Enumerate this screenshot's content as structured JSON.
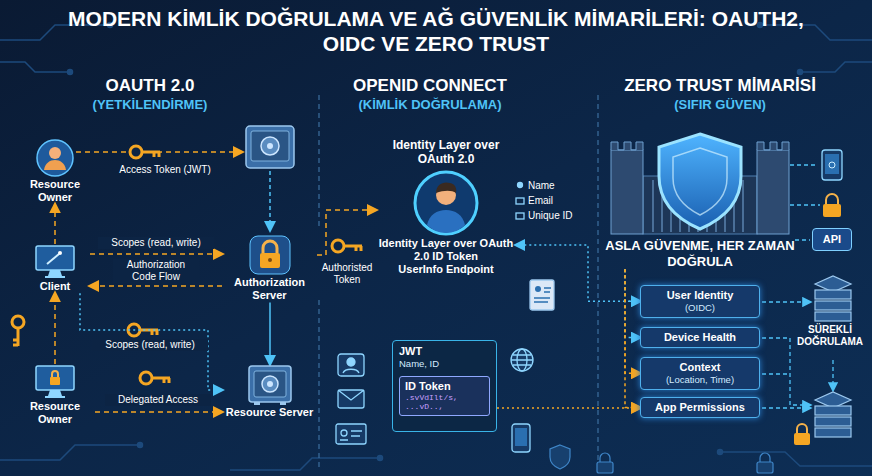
{
  "diagram": {
    "title": "MODERN KİMLİK DOĞRULAMA VE AĞ GÜVENLİK MİMARİLERİ: OAUTH2, OIDC VE ZERO TRUST",
    "nodes": [
      {
        "text": [
          "Resource Owner"
        ]
      },
      {
        "text": [
          "Client"
        ]
      },
      {
        "text": [
          "Resource Owner"
        ]
      },
      {
        "text": [
          "Authorization Server"
        ]
      },
      {
        "text": [
          "Resource Server"
        ]
      },
      {
        "text": [
          "Identity Layer over OAuth 2.0",
          "Identity Layer over OAuth 2.0 ID Token",
          "UserInfo Endpoint"
        ]
      },
      {
        "text": [
          "JWT",
          "Name, ID"
        ]
      },
      {
        "text": [
          "ID Token",
          ".svVdIlt/s,",
          "...vD..,"
        ],
        "in": 6
      },
      {
        "text": [
          "ASLA GÜVENME, HER ZAMAN DOĞRULA"
        ]
      },
      {
        "text": [
          "API"
        ]
      },
      {
        "text": [
          "User Identity",
          "(OIDC)"
        ]
      },
      {
        "text": [
          "Device Health"
        ]
      },
      {
        "text": [
          "Context",
          "(Location, Time)"
        ]
      },
      {
        "text": [
          "App Permissions"
        ]
      }
    ],
    "edges": [
      {
        "from": 1,
        "to": 0,
        "arrow": "to"
      },
      {
        "from": 2,
        "to": 1,
        "arrow": "to"
      },
      {
        "from": 1,
        "to": 3,
        "label": "Scopes (read, write)",
        "arrow": "to"
      },
      {
        "from": 3,
        "to": 1,
        "label": "Authorization Code Flow",
        "arrow": "to"
      },
      {
        "from": 1,
        "to": 4,
        "label": "Scopes (read, write)",
        "arrow": "to"
      },
      {
        "from": 2,
        "to": 4,
        "label": "Delegated Access",
        "arrow": "to"
      },
      {
        "from": 3,
        "to": 4,
        "arrow": "to"
      },
      {
        "from": 3,
        "to": 5,
        "arrow": "to"
      },
      {
        "from": 10,
        "to": 5,
        "arrow": "to"
      },
      {
        "from": 6,
        "to": 13,
        "arrow": "to"
      },
      {
        "from": 8,
        "to": 10,
        "arrow": "to"
      },
      {
        "from": 8,
        "to": 11,
        "arrow": "to"
      },
      {
        "from": 8,
        "to": 12,
        "arrow": "to"
      },
      {
        "from": 8,
        "to": 13,
        "arrow": "to"
      }
    ],
    "labels": [
      "OAUTH 2.0",
      "(YETKİLENDİRME)",
      "OPENID CONNECT",
      "(KİMLİK DOĞRULAMA)",
      "ZERO TRUST MİMARİSİ",
      "(SIFIR GÜVEN)",
      "Access Token (JWT)",
      "Name",
      "Email",
      "Unique ID",
      "Authoristed Token",
      "SÜREKLİ DOĞRULAMA"
    ]
  }
}
